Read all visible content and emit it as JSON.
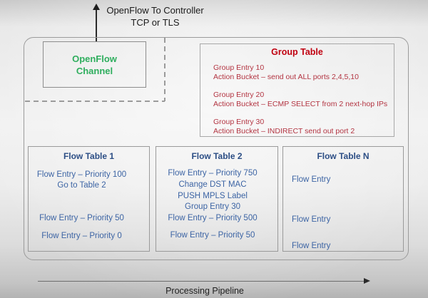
{
  "header": {
    "line1": "OpenFlow To Controller",
    "line2": "TCP or TLS"
  },
  "openflow_channel": {
    "line1": "OpenFlow",
    "line2": "Channel"
  },
  "group_table": {
    "title": "Group Table",
    "entries": [
      {
        "name": "Group Entry 10",
        "action": "Action Bucket – send out ALL ports 2,4,5,10"
      },
      {
        "name": "Group Entry 20",
        "action": "Action Bucket – ECMP SELECT from 2 next-hop IPs"
      },
      {
        "name": "Group Entry 30",
        "action": "Action Bucket – INDIRECT send out port 2"
      }
    ]
  },
  "flow_tables": [
    {
      "title": "Flow Table 1",
      "lines": [
        "Flow Entry – Priority 100",
        "Go to Table 2",
        "Flow Entry – Priority 50",
        "Flow Entry – Priority 0"
      ]
    },
    {
      "title": "Flow Table 2",
      "lines": [
        "Flow Entry – Priority 750",
        "Change DST MAC",
        "PUSH MPLS Label",
        "Group Entry 30",
        "Flow Entry – Priority 500",
        "Flow Entry – Priority 50"
      ]
    },
    {
      "title": "Flow Table N",
      "lines": [
        "Flow Entry",
        "Flow Entry",
        "Flow Entry"
      ]
    }
  ],
  "footer": {
    "label": "Processing Pipeline"
  },
  "colors": {
    "channel_green": "#2fae5e",
    "group_title_red": "#c00010",
    "group_body_red": "#b33542",
    "flow_title_blue": "#2c4e85",
    "flow_body_blue": "#3c64a4",
    "border_gray": "#9b9b9b"
  }
}
